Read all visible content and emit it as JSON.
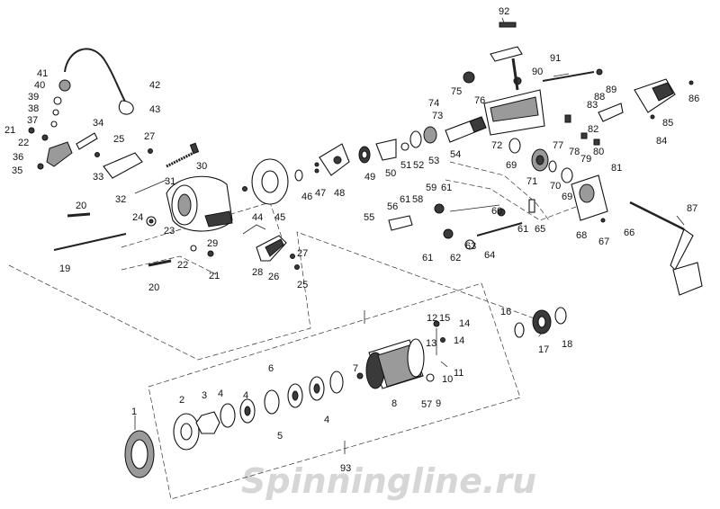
{
  "watermark": "Spinningline.ru",
  "callouts": [
    "1",
    "2",
    "3",
    "4",
    "4",
    "4",
    "5",
    "6",
    "7",
    "8",
    "9",
    "10",
    "11",
    "12",
    "13",
    "14",
    "14",
    "15",
    "16",
    "17",
    "18",
    "19",
    "20",
    "20",
    "21",
    "21",
    "22",
    "22",
    "23",
    "24",
    "25",
    "25",
    "26",
    "27",
    "27",
    "28",
    "29",
    "30",
    "31",
    "32",
    "33",
    "34",
    "35",
    "36",
    "37",
    "38",
    "39",
    "40",
    "41",
    "42",
    "43",
    "44",
    "45",
    "46",
    "47",
    "48",
    "49",
    "50",
    "51",
    "52",
    "53",
    "54",
    "55",
    "56",
    "57",
    "58",
    "59",
    "60",
    "61",
    "61",
    "61",
    "61",
    "62",
    "63",
    "64",
    "65",
    "66",
    "67",
    "68",
    "69",
    "69",
    "70",
    "71",
    "72",
    "73",
    "74",
    "75",
    "76",
    "77",
    "78",
    "79",
    "80",
    "81",
    "82",
    "83",
    "84",
    "85",
    "86",
    "87",
    "88",
    "89",
    "90",
    "91",
    "92",
    "93"
  ]
}
